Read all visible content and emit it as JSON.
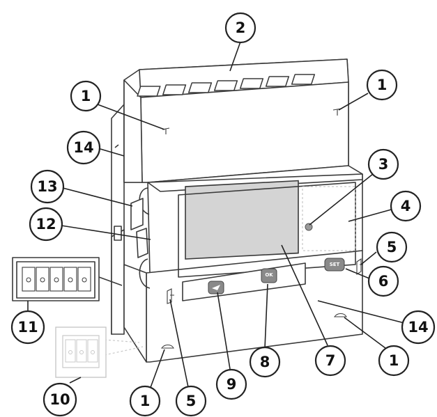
{
  "callouts": [
    {
      "id": "c2-top",
      "label": "2"
    },
    {
      "id": "c1-top-left",
      "label": "1"
    },
    {
      "id": "c1-top-right",
      "label": "1"
    },
    {
      "id": "c14-upper",
      "label": "14"
    },
    {
      "id": "c3",
      "label": "3"
    },
    {
      "id": "c13",
      "label": "13"
    },
    {
      "id": "c4",
      "label": "4"
    },
    {
      "id": "c12",
      "label": "12"
    },
    {
      "id": "c5-right",
      "label": "5"
    },
    {
      "id": "c6",
      "label": "6"
    },
    {
      "id": "c11",
      "label": "11"
    },
    {
      "id": "c14-lower",
      "label": "14"
    },
    {
      "id": "c1-lower-right",
      "label": "1"
    },
    {
      "id": "c8",
      "label": "8"
    },
    {
      "id": "c7",
      "label": "7"
    },
    {
      "id": "c9",
      "label": "9"
    },
    {
      "id": "c10",
      "label": "10"
    },
    {
      "id": "c1-bottom-left",
      "label": "1"
    },
    {
      "id": "c5-bottom",
      "label": "5"
    }
  ],
  "buttons": {
    "ok_label": "OK",
    "set_label": "SET"
  },
  "colors": {
    "display": "#d4d4d4",
    "button": "#8a8a8a",
    "led": "#9a9a9a"
  }
}
